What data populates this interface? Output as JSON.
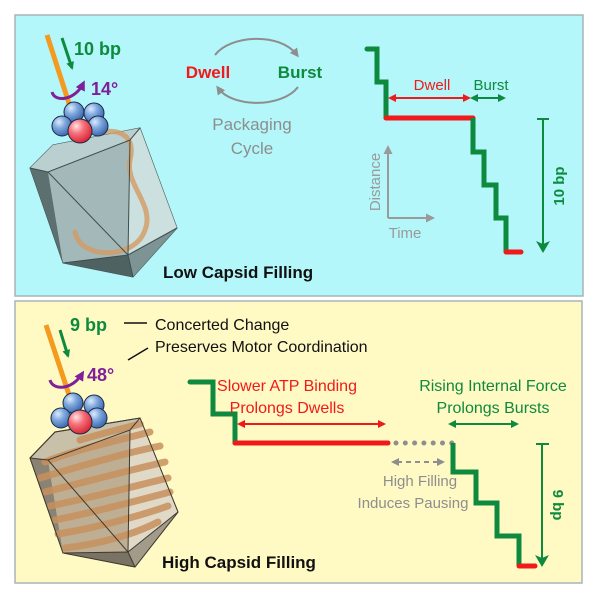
{
  "colors": {
    "low_bg": "#B3F7FA",
    "high_bg": "#FFF9C4",
    "panel_border": "#A9B4B8",
    "green": "#0E8A3E",
    "red": "#F11A1A",
    "purple": "#7F1F9A",
    "gray": "#8E8E8E",
    "dna": "#F39A1F",
    "dark": "#111111"
  },
  "low_panel": {
    "step_label": "10 bp",
    "rotation_label": "14°",
    "cycle": {
      "dwell": "Dwell",
      "burst": "Burst",
      "line1": "Packaging",
      "line2": "Cycle"
    },
    "trace": {
      "dwell_label": "Dwell",
      "burst_label": "Burst",
      "scale_label": "10 bp",
      "axis_y_label": "Distance",
      "axis_x_label": "Time"
    },
    "title": "Low Capsid Filling"
  },
  "high_panel": {
    "step_label": "9 bp",
    "note_line1": "Concerted Change",
    "note_line2": "Preserves Motor Coordination",
    "rotation_label": "48°",
    "trace": {
      "dwell_label_1": "Slower ATP Binding",
      "dwell_label_2": "Prolongs Dwells",
      "burst_label_1": "Rising Internal Force",
      "burst_label_2": "Prolongs Bursts",
      "pause_label_1": "High Filling",
      "pause_label_2": "Induces Pausing",
      "scale_label": "9 bp"
    },
    "title": "High Capsid Filling"
  }
}
